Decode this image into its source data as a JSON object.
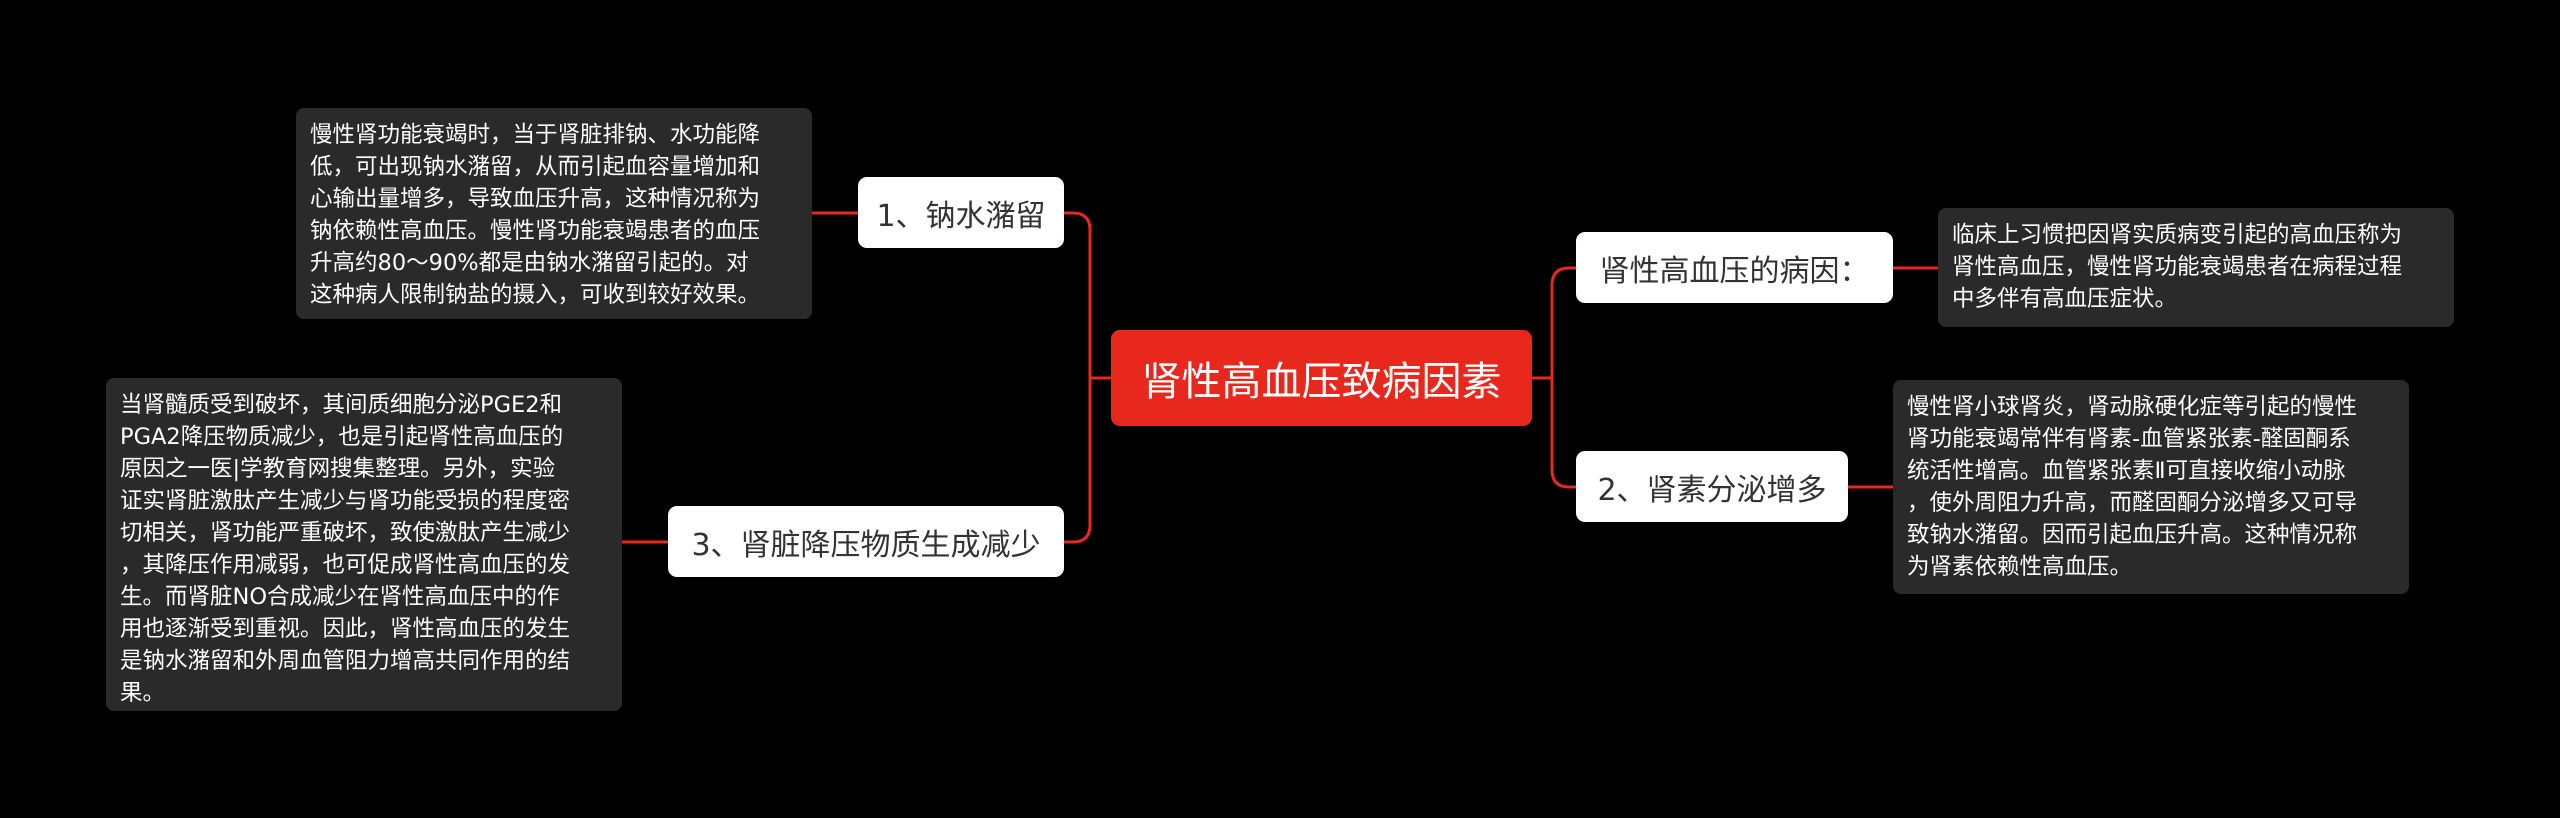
{
  "root": {
    "label": "肾性高血压致病因素"
  },
  "colors": {
    "background": "#000000",
    "root": "#e8281c",
    "connector": "#e8281c",
    "branch": "#ffffff",
    "leaf": "#2a2a2a"
  },
  "branches": {
    "sodium": {
      "label": "1、钠水潴留",
      "detail": [
        "慢性肾功能衰竭时，当于肾脏排钠、水功能降",
        "低，可出现钠水潴留，从而引起血容量增加和",
        "心输出量增多，导致血压升高，这种情况称为",
        "钠依赖性高血压。慢性肾功能衰竭患者的血压",
        "升高约80～90%都是由钠水潴留引起的。对",
        "这种病人限制钠盐的摄入，可收到较好效果。"
      ]
    },
    "depressor": {
      "label": "3、肾脏降压物质生成减少",
      "detail": [
        "当肾髓质受到破坏，其间质细胞分泌PGE2和",
        "PGA2降压物质减少，也是引起肾性高血压的",
        "原因之一医|学教育网搜集整理。另外，实验",
        "证实肾脏激肽产生减少与肾功能受损的程度密",
        "切相关，肾功能严重破坏，致使激肽产生减少",
        "，其降压作用减弱，也可促成肾性高血压的发",
        "生。而肾脏NO合成减少在肾性高血压中的作",
        "用也逐渐受到重视。因此，肾性高血压的发生",
        "是钠水潴留和外周血管阻力增高共同作用的结",
        "果。"
      ]
    },
    "cause": {
      "label": "肾性高血压的病因：",
      "detail": [
        "临床上习惯把因肾实质病变引起的高血压称为",
        "肾性高血压，慢性肾功能衰竭患者在病程过程",
        "中多伴有高血压症状。"
      ]
    },
    "renin": {
      "label": "2、肾素分泌增多",
      "detail": [
        "慢性肾小球肾炎，肾动脉硬化症等引起的慢性",
        "肾功能衰竭常伴有肾素-血管紧张素-醛固酮系",
        "统活性增高。血管紧张素Ⅱ可直接收缩小动脉",
        "，使外周阻力升高，而醛固酮分泌增多又可导",
        "致钠水潴留。因而引起血压升高。这种情况称",
        "为肾素依赖性高血压。"
      ]
    }
  }
}
